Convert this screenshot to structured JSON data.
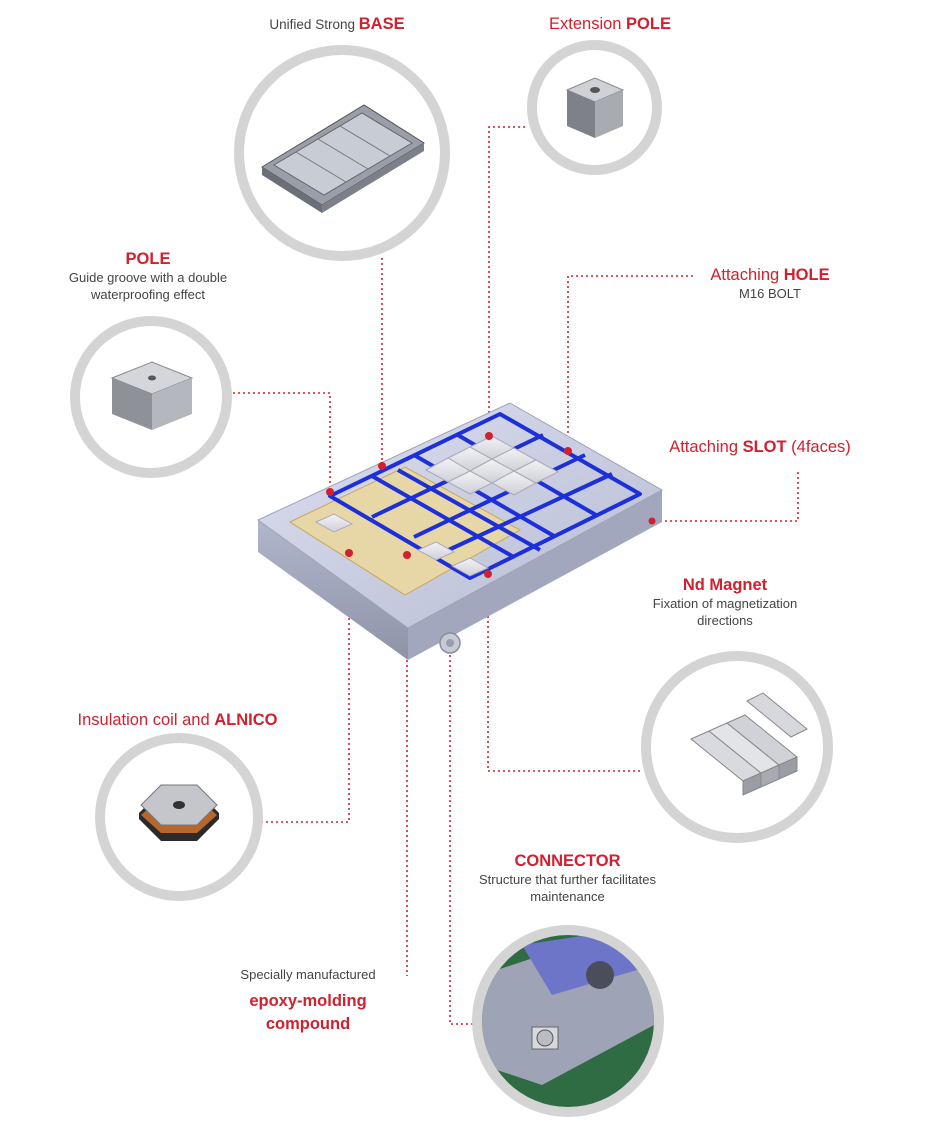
{
  "labels": {
    "base": {
      "prefix": "Unified Strong ",
      "keyword": "BASE"
    },
    "ext_pole": {
      "prefix": "Extension ",
      "keyword": "POLE"
    },
    "pole": {
      "keyword": "POLE",
      "desc_line1": "Guide groove with a double",
      "desc_line2": "waterproofing effect"
    },
    "hole": {
      "prefix": "Attaching ",
      "keyword": "HOLE",
      "desc": "M16 BOLT"
    },
    "slot": {
      "prefix": "Attaching ",
      "keyword": "SLOT",
      "suffix": " (4faces)"
    },
    "magnet": {
      "keyword": "Nd Magnet",
      "desc_line1": "Fixation of magnetization",
      "desc_line2": "directions"
    },
    "coil": {
      "prefix": "Insulation coil and ",
      "keyword": "ALNICO"
    },
    "connector": {
      "keyword": "CONNECTOR",
      "desc_line1": "Structure that further facilitates",
      "desc_line2": "maintenance"
    },
    "epoxy": {
      "desc": "Specially manufactured",
      "keyword_line1": "epoxy-molding",
      "keyword_line2": "compound"
    }
  },
  "colors": {
    "accent": "#d1202e",
    "ring": "#d4d4d4",
    "plate": "#c9ccdf",
    "groove": "#1c2fd8",
    "text": "#444444"
  }
}
